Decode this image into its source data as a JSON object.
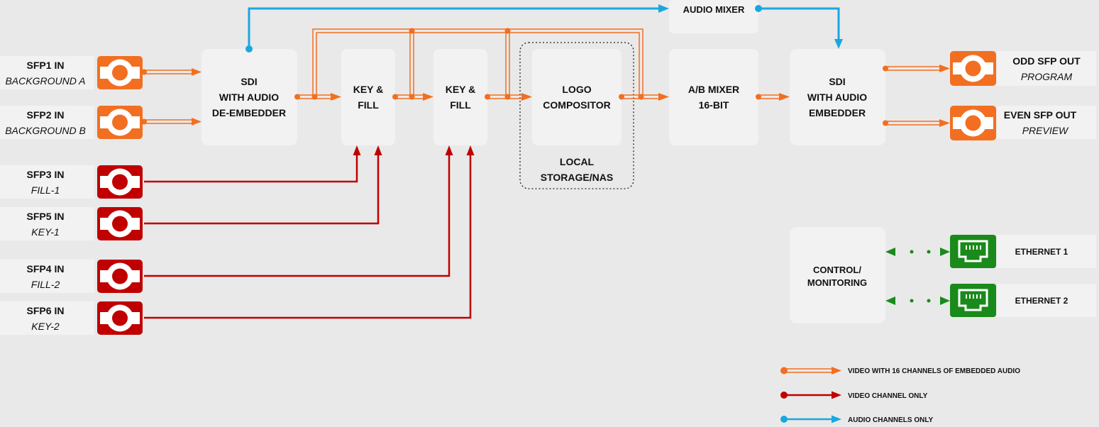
{
  "inputs": [
    {
      "id": "sfp1",
      "name": "SFP1 IN",
      "sub": "BACKGROUND A",
      "type": "video_audio"
    },
    {
      "id": "sfp2",
      "name": "SFP2 IN",
      "sub": "BACKGROUND B",
      "type": "video_audio"
    },
    {
      "id": "sfp3",
      "name": "SFP3 IN",
      "sub": "FILL-1",
      "type": "video_only"
    },
    {
      "id": "sfp5",
      "name": "SFP5 IN",
      "sub": "KEY-1",
      "type": "video_only"
    },
    {
      "id": "sfp4",
      "name": "SFP4 IN",
      "sub": "FILL-2",
      "type": "video_only"
    },
    {
      "id": "sfp6",
      "name": "SFP6 IN",
      "sub": "KEY-2",
      "type": "video_only"
    }
  ],
  "blocks": {
    "deembedder": [
      "SDI",
      "WITH AUDIO",
      "DE-EMBEDDER"
    ],
    "keyfill1": [
      "KEY &",
      "FILL"
    ],
    "keyfill2": [
      "KEY &",
      "FILL"
    ],
    "logo": [
      "LOGO",
      "COMPOSITOR"
    ],
    "storage": [
      "LOCAL",
      "STORAGE/NAS"
    ],
    "abmixer": [
      "A/B MIXER",
      "16-BIT"
    ],
    "audiomixer": "AUDIO MIXER",
    "embedder": [
      "SDI",
      "WITH AUDIO",
      "EMBEDDER"
    ],
    "control": [
      "CONTROL/",
      "MONITORING"
    ]
  },
  "outputs": [
    {
      "id": "odd",
      "name": "ODD SFP OUT",
      "sub": "PROGRAM"
    },
    {
      "id": "even",
      "name": "EVEN SFP OUT",
      "sub": "PREVIEW"
    }
  ],
  "ethernet": [
    {
      "id": "eth1",
      "name": "ETHERNET 1"
    },
    {
      "id": "eth2",
      "name": "ETHERNET 2"
    }
  ],
  "legend": [
    {
      "label": "VIDEO WITH 16 CHANNELS OF EMBEDDED AUDIO",
      "color": "#f26f21",
      "style": "double"
    },
    {
      "label": "VIDEO CHANNEL ONLY",
      "color": "#c00000",
      "style": "single"
    },
    {
      "label": "AUDIO CHANNELS ONLY",
      "color": "#1aa7e0",
      "style": "single"
    }
  ],
  "colors": {
    "video_audio": "#f26f21",
    "video_only": "#c00000",
    "audio_only": "#1aa7e0",
    "ethernet": "#1a8a1a",
    "block": "#f2f2f2",
    "background": "#e9e9e9"
  },
  "icons": {
    "sfp_connector": "bnc-connector-icon",
    "ethernet_port": "rj45-port-icon"
  }
}
